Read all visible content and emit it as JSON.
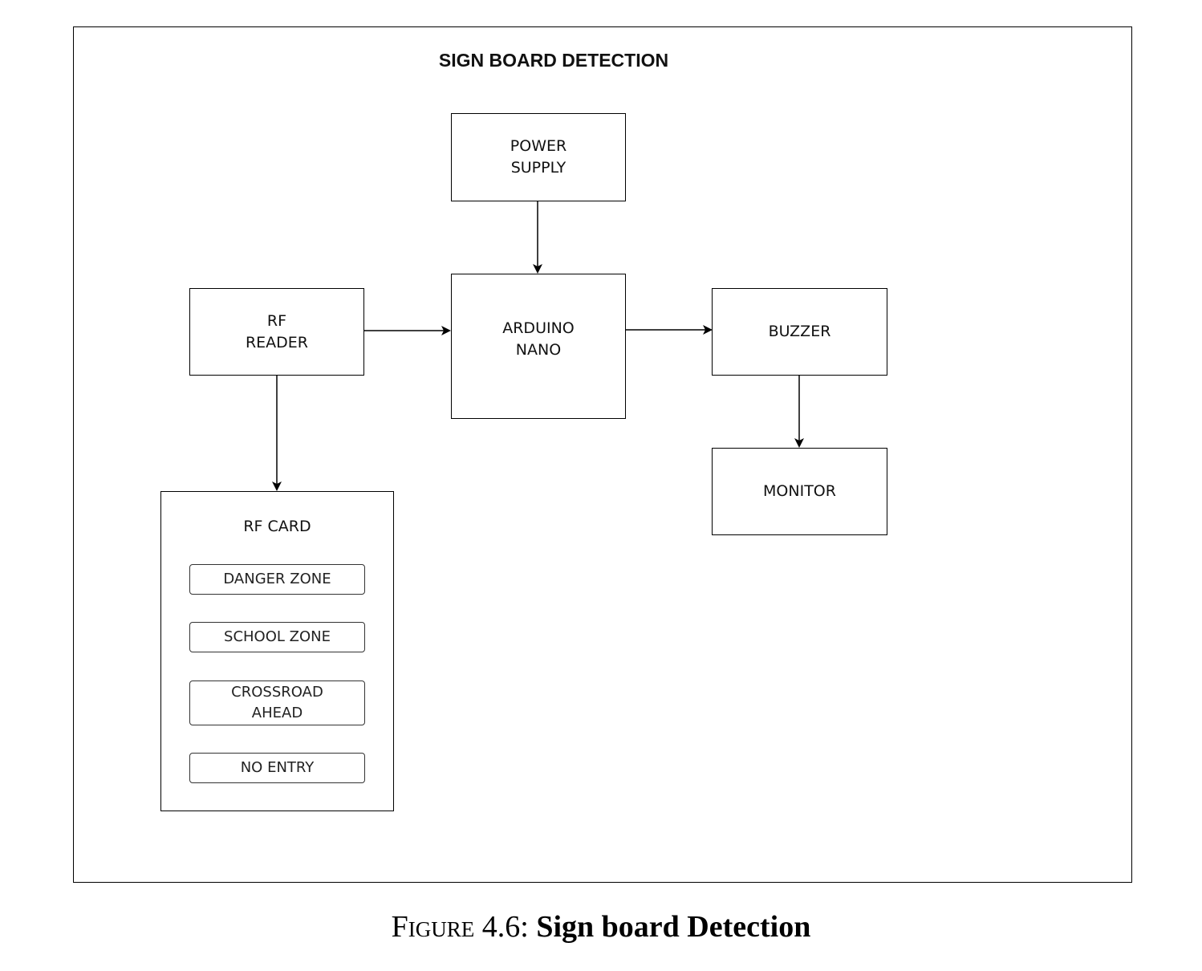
{
  "diagram": {
    "title": "SIGN BOARD DETECTION",
    "nodes": {
      "power_supply": "POWER\nSUPPLY",
      "rf_reader": "RF\nREADER",
      "arduino_nano": "ARDUINO\nNANO",
      "buzzer": "BUZZER",
      "monitor": "MONITOR"
    },
    "rf_card": {
      "title": "RF CARD",
      "zones": [
        "DANGER ZONE",
        "SCHOOL ZONE",
        "CROSSROAD\nAHEAD",
        "NO ENTRY"
      ]
    },
    "edges": [
      {
        "from": "POWER SUPPLY",
        "to": "ARDUINO NANO"
      },
      {
        "from": "RF READER",
        "to": "ARDUINO NANO"
      },
      {
        "from": "ARDUINO NANO",
        "to": "BUZZER"
      },
      {
        "from": "BUZZER",
        "to": "MONITOR"
      },
      {
        "from": "RF READER",
        "to": "RF CARD"
      }
    ]
  },
  "caption": {
    "label": "Figure 4.6:",
    "title": "Sign board Detection"
  }
}
